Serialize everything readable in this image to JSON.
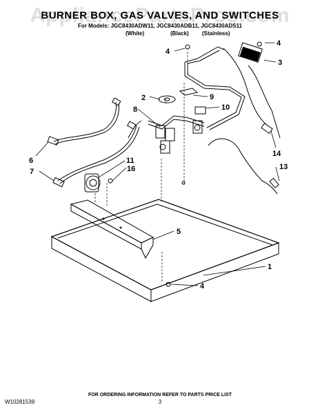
{
  "watermark": "AppliancePartsPros.com",
  "title": "BURNER BOX, GAS VALVES, AND SWITCHES",
  "models": "For Models: JGC8430ADW11, JGC8430ADB11, JGC8430ADS11",
  "finishes": [
    "(White)",
    "(Black)",
    "(Stainless)"
  ],
  "callouts": [
    "4",
    "3",
    "4",
    "9",
    "2",
    "10",
    "8",
    "14",
    "6",
    "13",
    "7",
    "11",
    "16",
    "5",
    "1",
    "4"
  ],
  "footer_note": "FOR ORDERING INFORMATION REFER TO PARTS PRICE LIST",
  "doc_number": "W10281539",
  "page_number": "3"
}
